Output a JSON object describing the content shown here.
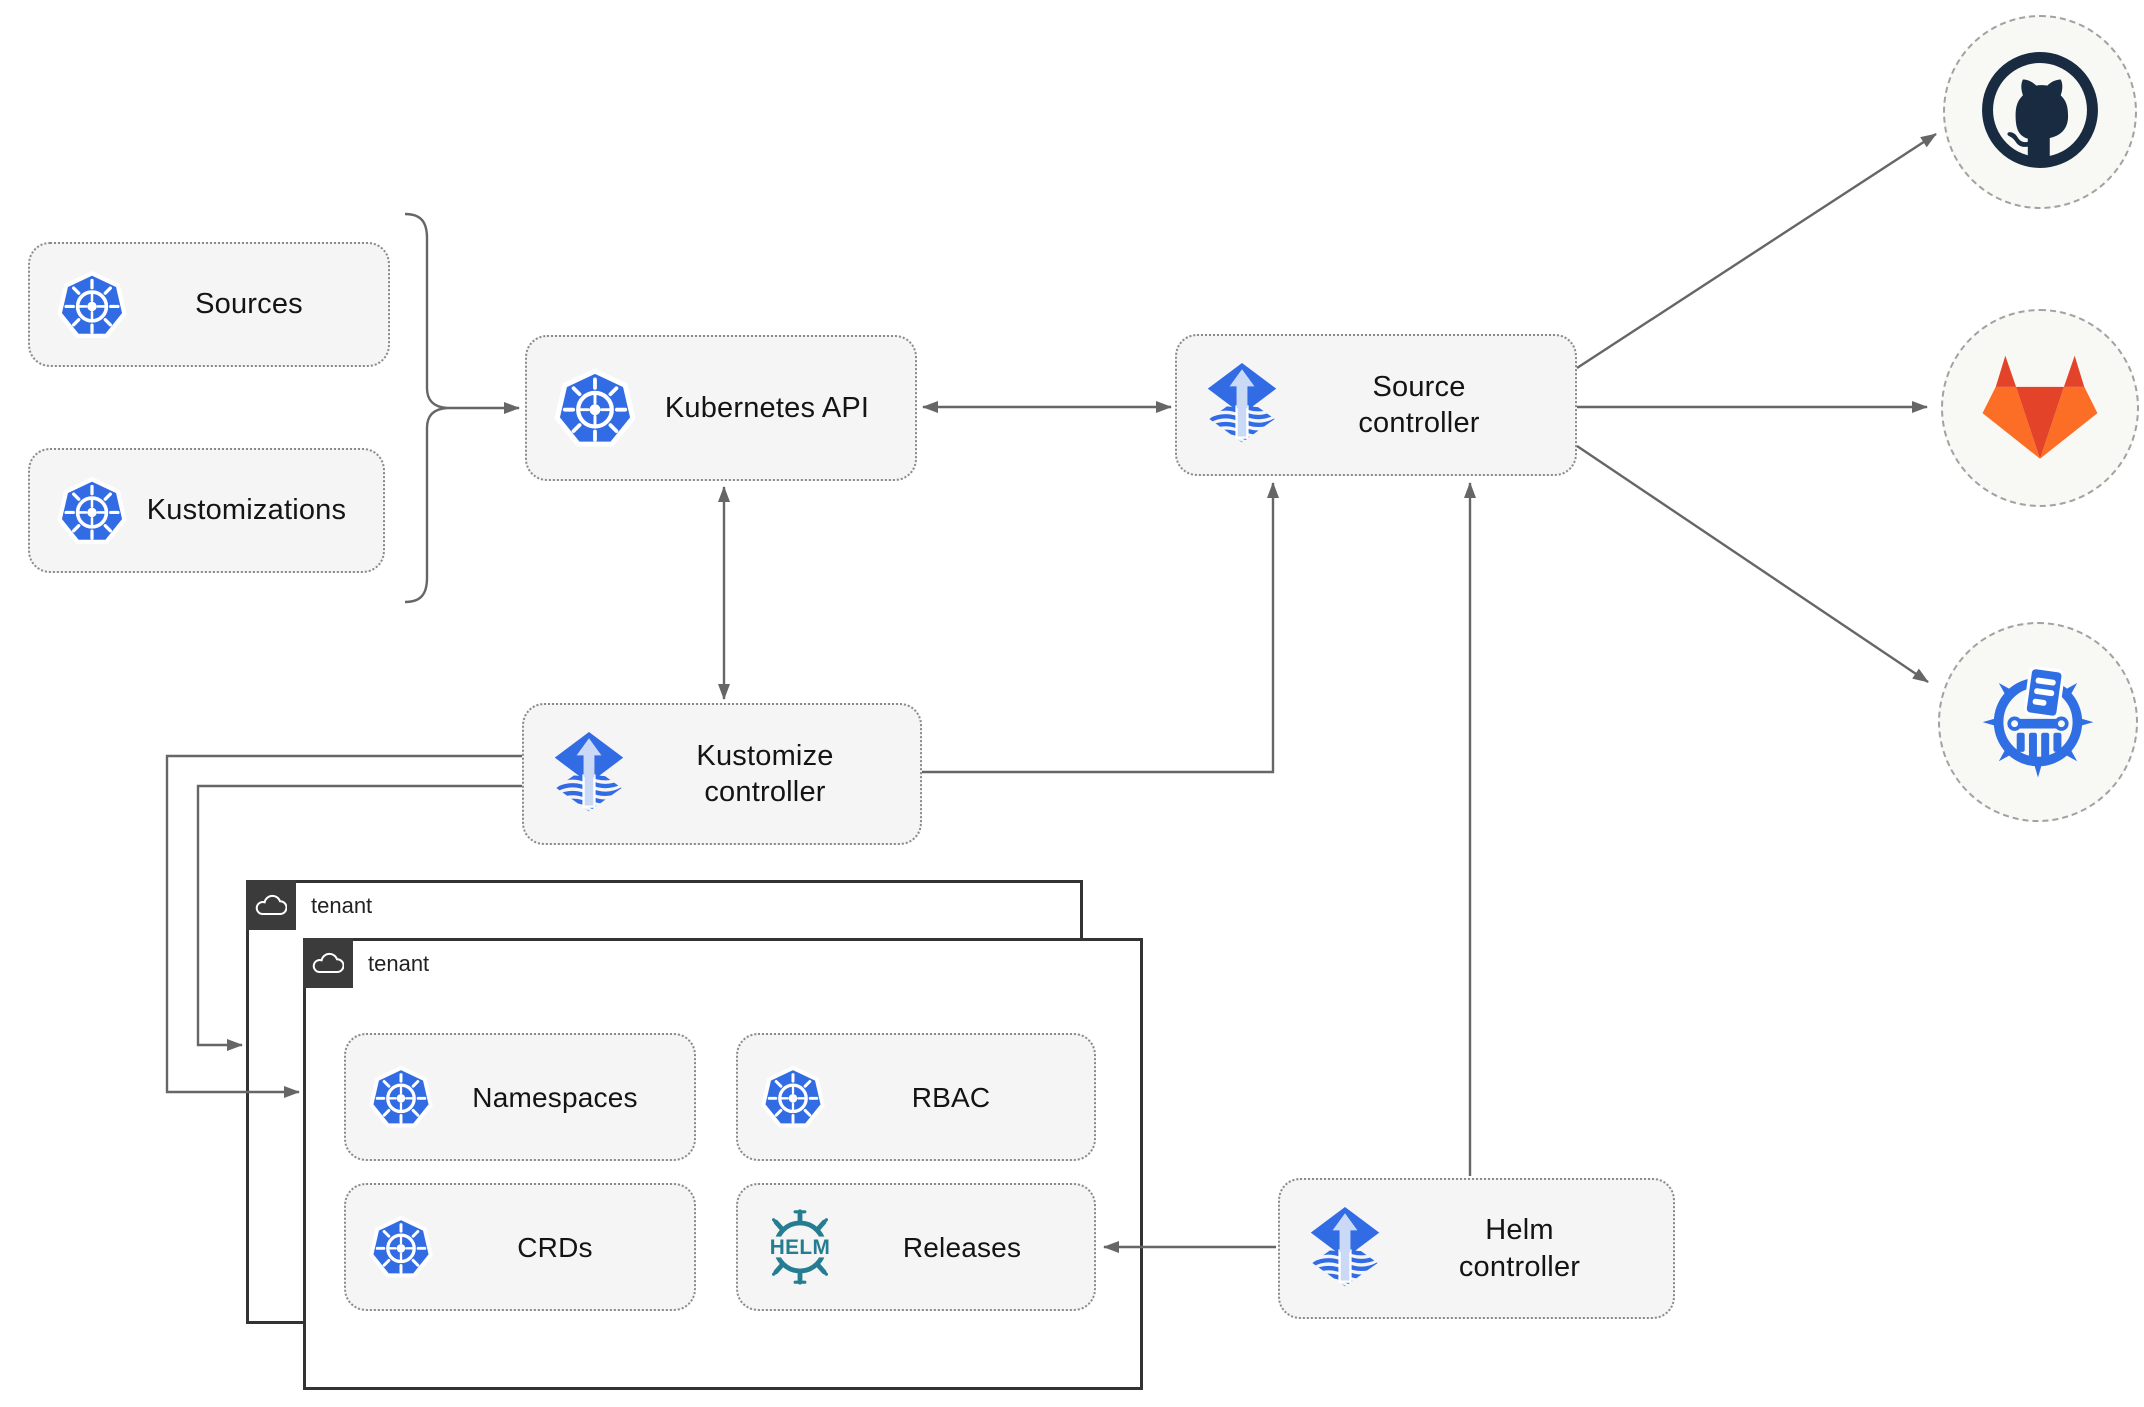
{
  "colors": {
    "line": "#666666",
    "node_fill": "#f5f5f5",
    "node_border": "#8a8a8a",
    "kubernetes_blue": "#326ce5",
    "flux_blue": "#326ce5",
    "flux_light_arrow": "#c9d9f6",
    "helm_teal": "#257d92",
    "harbor_blue": "#306ee4",
    "github_dark": "#182b40",
    "gitlab_red": "#e24329",
    "gitlab_orange": "#fc6d26",
    "gitlab_amber": "#fca326",
    "tenant_tab": "#3b3b3b",
    "tenant_border": "#333333"
  },
  "nodes": {
    "sources": {
      "label": "Sources",
      "icon": "kubernetes-icon"
    },
    "kustomizations": {
      "label": "Kustomizations",
      "icon": "kubernetes-icon"
    },
    "kubernetes_api": {
      "label": "Kubernetes API",
      "icon": "kubernetes-icon"
    },
    "source_controller": {
      "line1": "Source",
      "line2": "controller",
      "icon": "flux-icon"
    },
    "kustomize_controller": {
      "line1": "Kustomize",
      "line2": "controller",
      "icon": "flux-icon"
    },
    "helm_controller": {
      "line1": "Helm",
      "line2": "controller",
      "icon": "flux-icon"
    },
    "namespaces": {
      "label": "Namespaces",
      "icon": "kubernetes-icon"
    },
    "rbac": {
      "label": "RBAC",
      "icon": "kubernetes-icon"
    },
    "crds": {
      "label": "CRDs",
      "icon": "kubernetes-icon"
    },
    "releases": {
      "label": "Releases",
      "icon": "helm-icon",
      "icon_text": "HELM"
    }
  },
  "groups": {
    "tenant_outer": {
      "label": "tenant",
      "icon": "cloud-icon"
    },
    "tenant_inner": {
      "label": "tenant",
      "icon": "cloud-icon"
    }
  },
  "external_targets": {
    "github": {
      "icon": "github-icon"
    },
    "gitlab": {
      "icon": "gitlab-icon"
    },
    "registry": {
      "icon": "harbor-registry-icon"
    }
  }
}
